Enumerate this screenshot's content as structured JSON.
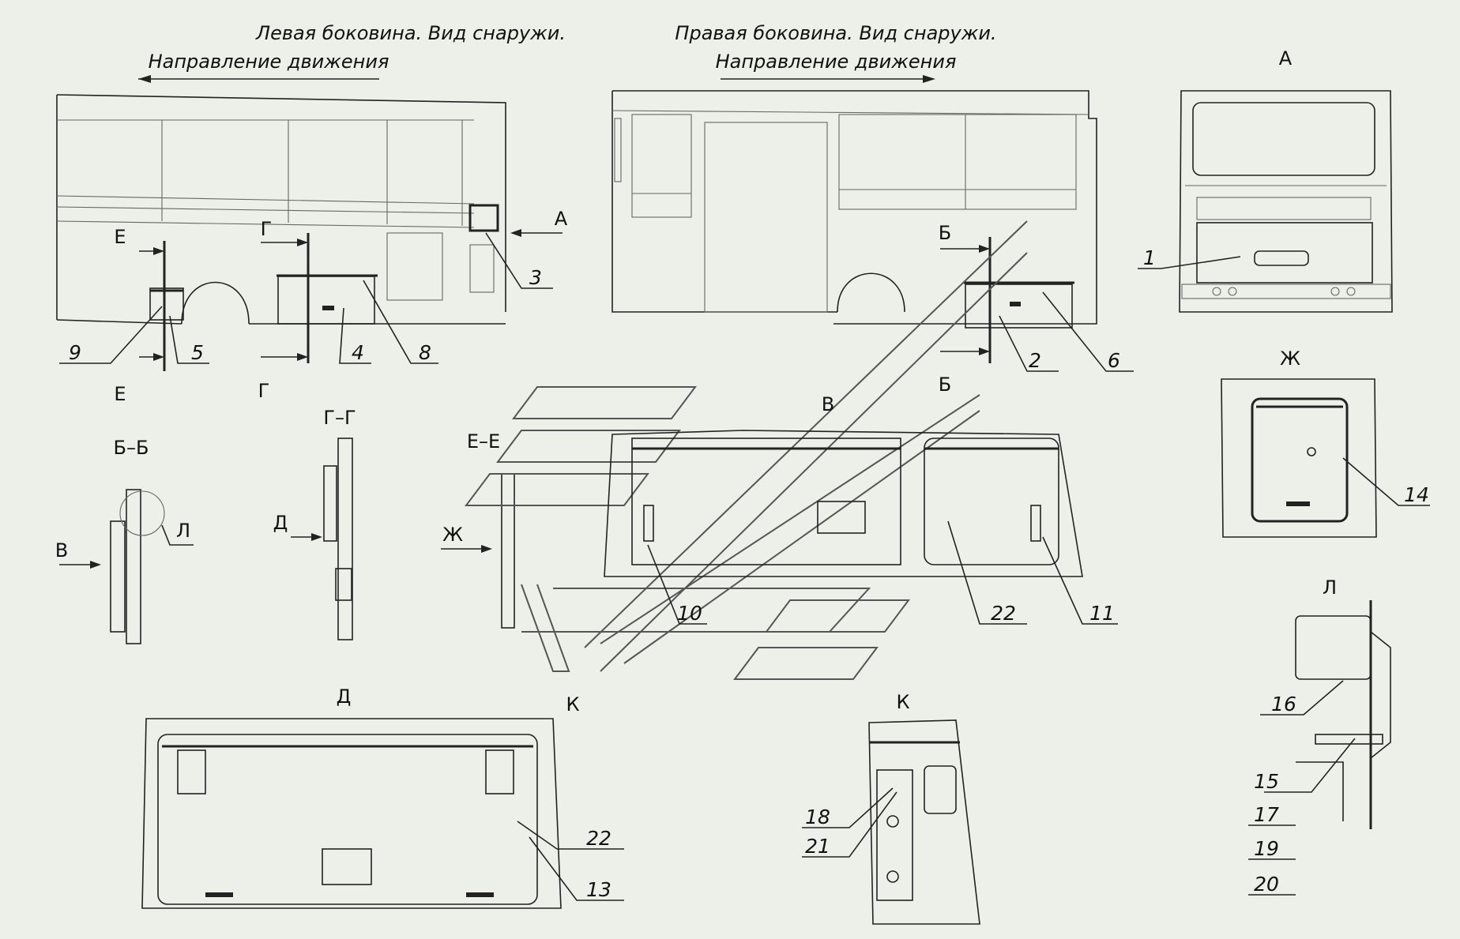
{
  "titles": {
    "left_view": "Левая боковина. Вид снаружи.",
    "left_direction": "Направление движения",
    "right_view": "Правая боковина. Вид снаружи.",
    "right_direction": "Направление движения"
  },
  "view_letters": {
    "a": "А",
    "a_arrow": "А",
    "e_top": "Е",
    "e_bottom": "Е",
    "g_top": "Г",
    "g_bottom": "Г",
    "b_top": "Б",
    "b_bottom": "Б",
    "zh": "Ж",
    "zh_arrow": "Ж",
    "v_arrow": "В",
    "v_view": "В",
    "d_arrow": "Д",
    "d_view": "Д",
    "k_mark": "К",
    "k_view": "К",
    "l_mark": "Л",
    "l_view": "Л"
  },
  "sections": {
    "bb": "Б–Б",
    "gg": "Г–Г",
    "ee": "Е–Е"
  },
  "callouts": {
    "n1": "1",
    "n2": "2",
    "n3": "3",
    "n4": "4",
    "n5": "5",
    "n6": "6",
    "n8": "8",
    "n9": "9",
    "n10": "10",
    "n11": "11",
    "n13": "13",
    "n14": "14",
    "n15": "15",
    "n16": "16",
    "n17": "17",
    "n18": "18",
    "n19": "19",
    "n20": "20",
    "n21": "21",
    "n22a": "22",
    "n22b": "22"
  },
  "colors": {
    "background": "#edf0e8",
    "line": "#222222"
  }
}
